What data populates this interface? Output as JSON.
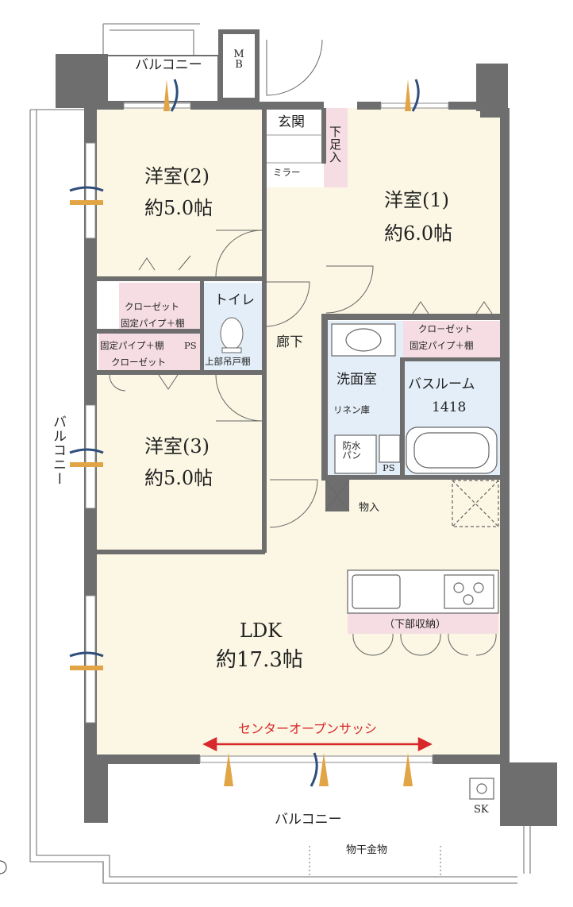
{
  "rooms": {
    "western2": {
      "name": "洋室(2)",
      "size": "約5.0帖"
    },
    "western1": {
      "name": "洋室(1)",
      "size": "約6.0帖"
    },
    "western3": {
      "name": "洋室(3)",
      "size": "約5.0帖"
    },
    "ldk": {
      "name": "LDK",
      "size": "約17.3帖"
    }
  },
  "labels": {
    "balcony_top": "バルコニー",
    "mb": "M B",
    "entrance": "玄関",
    "shoe_storage": "下足入",
    "mirror": "ミラー",
    "toilet": "トイレ",
    "upper_cabinet": "上部吊戸棚",
    "corridor": "廊下",
    "closet": "クローゼット",
    "closet_spaced": "クロ－ゼット",
    "pipe_shelf": "固定パイプ＋棚",
    "ps": "PS",
    "washroom": "洗面室",
    "linen": "リネン庫",
    "pan": "防水パン",
    "bathroom": "バスルーム",
    "bath_size": "1418",
    "storage": "物入",
    "under_storage": "（下部収納）",
    "sash": "センターオープンサッシ",
    "balcony_left": "バルコニー",
    "balcony_bottom": "バルコニー",
    "sk": "SK",
    "drying": "物干金物"
  },
  "colors": {
    "wall": "#6e6e6e",
    "floor": "#fbf7e4",
    "wet": "#e3eef8",
    "closet": "#f5dde3",
    "accent": "#d8282b",
    "ac_blue": "#2f4e7c",
    "ac_orange": "#e2a545"
  }
}
